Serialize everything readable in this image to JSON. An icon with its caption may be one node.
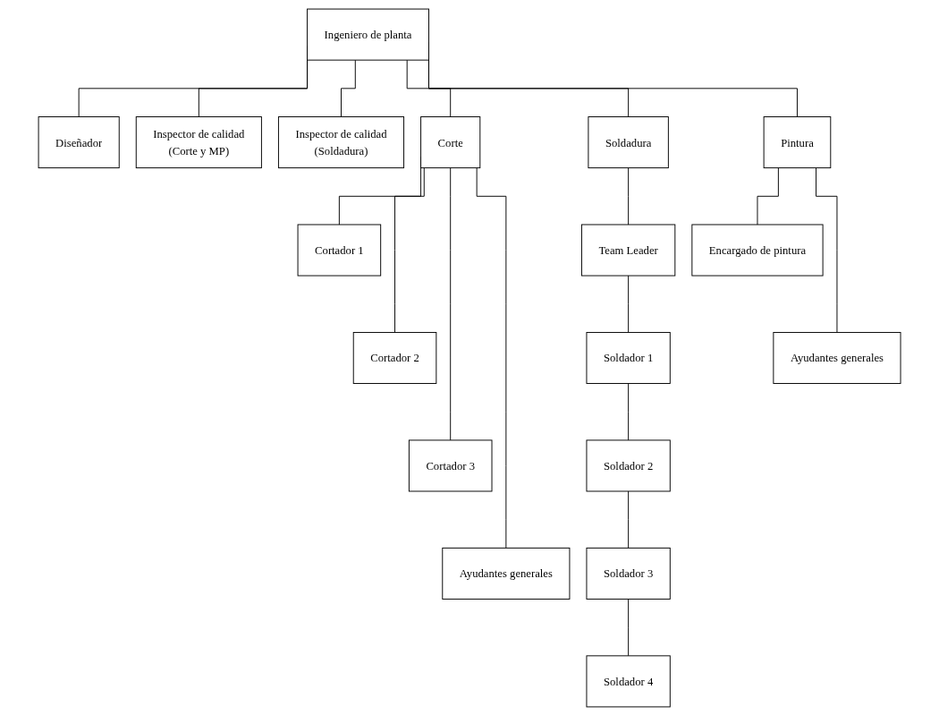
{
  "diagram": {
    "nodes": [
      {
        "text": [
          "Ingeniero de planta"
        ]
      },
      {
        "text": [
          "Diseñador"
        ]
      },
      {
        "text": [
          "Inspector de calidad",
          "(Corte y MP)"
        ]
      },
      {
        "text": [
          "Inspector de calidad",
          "(Soldadura)"
        ]
      },
      {
        "text": [
          "Corte"
        ]
      },
      {
        "text": [
          "Soldadura"
        ]
      },
      {
        "text": [
          "Pintura"
        ]
      },
      {
        "text": [
          "Cortador 1"
        ]
      },
      {
        "text": [
          "Cortador 2"
        ]
      },
      {
        "text": [
          "Cortador 3"
        ]
      },
      {
        "text": [
          "Ayudantes generales"
        ]
      },
      {
        "text": [
          "Team Leader"
        ]
      },
      {
        "text": [
          "Soldador 1"
        ]
      },
      {
        "text": [
          "Soldador 2"
        ]
      },
      {
        "text": [
          "Soldador 3"
        ]
      },
      {
        "text": [
          "Soldador 4"
        ]
      },
      {
        "text": [
          "Encargado de pintura"
        ]
      },
      {
        "text": [
          "Ayudantes generales"
        ]
      }
    ],
    "edges": [
      {
        "from": 0,
        "to": 1,
        "arrow": "none"
      },
      {
        "from": 0,
        "to": 2,
        "arrow": "none"
      },
      {
        "from": 0,
        "to": 3,
        "arrow": "none"
      },
      {
        "from": 0,
        "to": 4,
        "arrow": "none"
      },
      {
        "from": 0,
        "to": 5,
        "arrow": "none"
      },
      {
        "from": 0,
        "to": 6,
        "arrow": "none"
      },
      {
        "from": 4,
        "to": 7,
        "arrow": "none"
      },
      {
        "from": 4,
        "to": 8,
        "arrow": "none"
      },
      {
        "from": 4,
        "to": 9,
        "arrow": "none"
      },
      {
        "from": 4,
        "to": 10,
        "arrow": "none"
      },
      {
        "from": 5,
        "to": 11,
        "arrow": "none"
      },
      {
        "from": 11,
        "to": 12,
        "arrow": "none"
      },
      {
        "from": 12,
        "to": 13,
        "arrow": "none"
      },
      {
        "from": 13,
        "to": 14,
        "arrow": "none"
      },
      {
        "from": 14,
        "to": 15,
        "arrow": "none"
      },
      {
        "from": 6,
        "to": 16,
        "arrow": "none"
      },
      {
        "from": 6,
        "to": 17,
        "arrow": "none"
      }
    ]
  }
}
